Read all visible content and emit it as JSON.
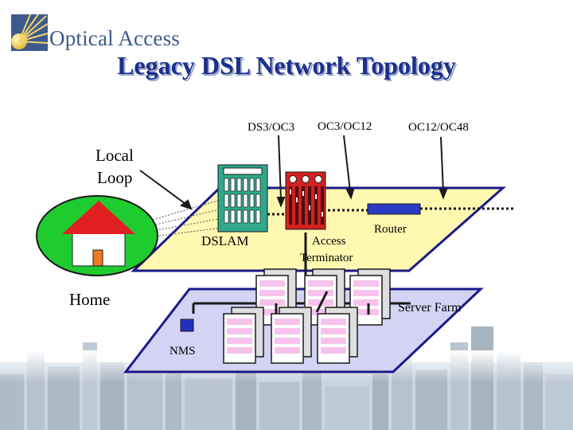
{
  "brand": {
    "name": "Optical Access"
  },
  "title": "Legacy DSL Network Topology",
  "labels": {
    "ds3_oc3": "DS3/OC3",
    "oc3_oc12": "OC3/OC12",
    "oc12_oc48": "OC12/OC48",
    "local_loop_1": "Local",
    "local_loop_2": "Loop",
    "home": "Home",
    "dslam": "DSLAM",
    "access_terminator_1": "Access",
    "access_terminator_2": "Terminator",
    "router": "Router",
    "server_farm": "Server Farm",
    "nms": "NMS"
  },
  "colors": {
    "title": "#1c2f8c",
    "upper_plane": "#fff8b0",
    "lower_plane": "#d3d3f3",
    "plane_border": "#1a1a8a",
    "dslam": "#2fa88a",
    "terminator": "#d42020",
    "router": "#2b3bc6",
    "house_roof": "#e02020",
    "lawn": "#1fcc30",
    "server": "#f7c3ec",
    "nms": "#2230c0"
  },
  "icons": [
    "sunburst-logo-icon",
    "house-icon",
    "dslam-icon",
    "access-terminator-icon",
    "router-icon",
    "server-icon",
    "nms-icon",
    "skyline-icon"
  ]
}
